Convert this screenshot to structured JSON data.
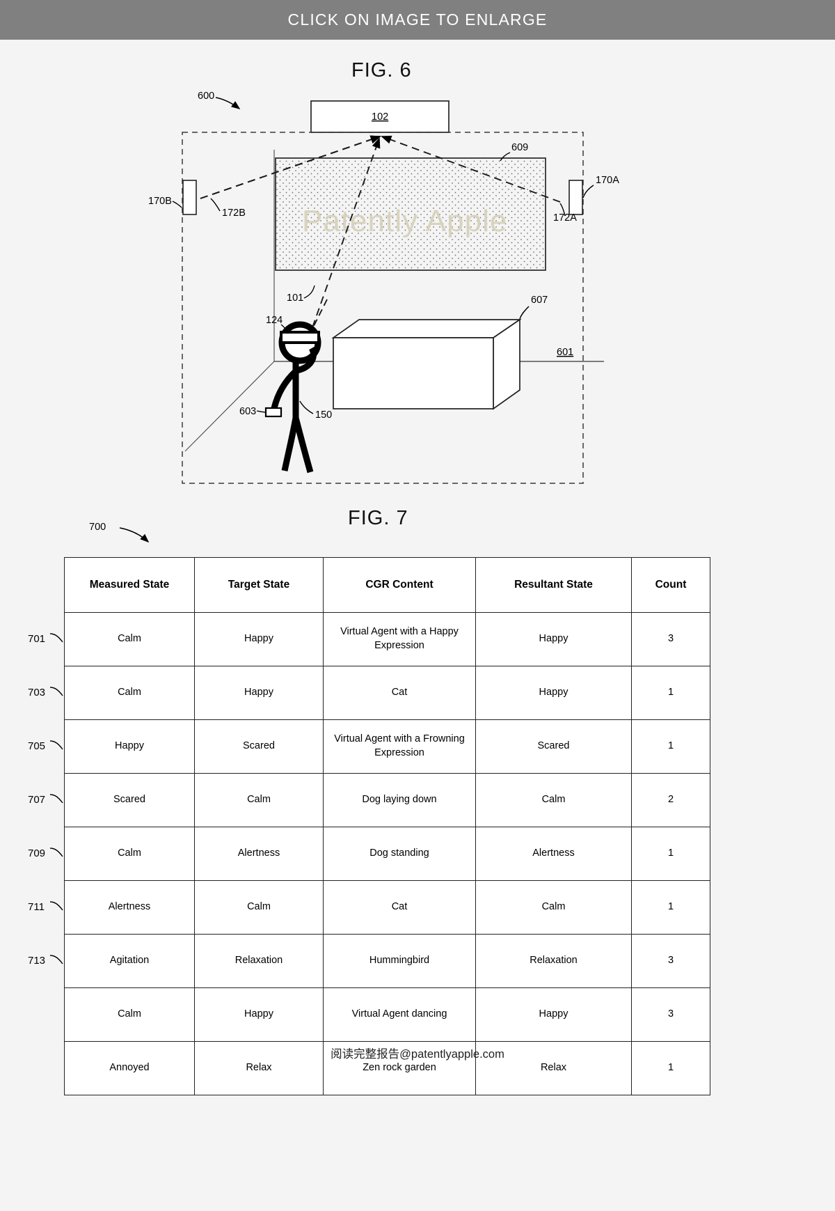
{
  "banner": {
    "text": "CLICK ON IMAGE TO ENLARGE"
  },
  "figures": {
    "fig6": {
      "title": "FIG. 6",
      "watermark": "Patently Apple",
      "labels": {
        "diagram_ref": "600",
        "display_box": "102",
        "screen": "609",
        "sensor_right": "170A",
        "sensor_right_ray": "172A",
        "sensor_left": "170B",
        "sensor_left_ray": "172B",
        "headset_ray": "101",
        "headset": "124",
        "controller": "603",
        "person": "150",
        "table_object": "607",
        "scene": "601"
      }
    },
    "fig7": {
      "title": "FIG. 7",
      "diagram_ref": "700",
      "columns": [
        "Measured State",
        "Target State",
        "CGR Content",
        "Resultant State",
        "Count"
      ],
      "rows": [
        {
          "ref": "701",
          "measured": "Calm",
          "target": "Happy",
          "cgr": "Virtual Agent with a Happy Expression",
          "resultant": "Happy",
          "count": "3"
        },
        {
          "ref": "703",
          "measured": "Calm",
          "target": "Happy",
          "cgr": "Cat",
          "resultant": "Happy",
          "count": "1"
        },
        {
          "ref": "705",
          "measured": "Happy",
          "target": "Scared",
          "cgr": "Virtual Agent with a Frowning Expression",
          "resultant": "Scared",
          "count": "1"
        },
        {
          "ref": "707",
          "measured": "Scared",
          "target": "Calm",
          "cgr": "Dog laying down",
          "resultant": "Calm",
          "count": "2"
        },
        {
          "ref": "709",
          "measured": "Calm",
          "target": "Alertness",
          "cgr": "Dog standing",
          "resultant": "Alertness",
          "count": "1"
        },
        {
          "ref": "711",
          "measured": "Alertness",
          "target": "Calm",
          "cgr": "Cat",
          "resultant": "Calm",
          "count": "1"
        },
        {
          "ref": "713",
          "measured": "Agitation",
          "target": "Relaxation",
          "cgr": "Hummingbird",
          "resultant": "Relaxation",
          "count": "3"
        },
        {
          "ref": "",
          "measured": "Calm",
          "target": "Happy",
          "cgr": "Virtual Agent dancing",
          "resultant": "Happy",
          "count": "3"
        },
        {
          "ref": "",
          "measured": "Annoyed",
          "target": "Relax",
          "cgr": "Zen rock garden",
          "resultant": "Relax",
          "count": "1"
        }
      ]
    }
  },
  "footer": {
    "text": "阅读完整报告@patentlyapple.com"
  },
  "colors": {
    "banner_bg": "#808080",
    "page_bg": "#f4f4f4",
    "ink": "#000000",
    "watermark": "#d8d3bd"
  }
}
